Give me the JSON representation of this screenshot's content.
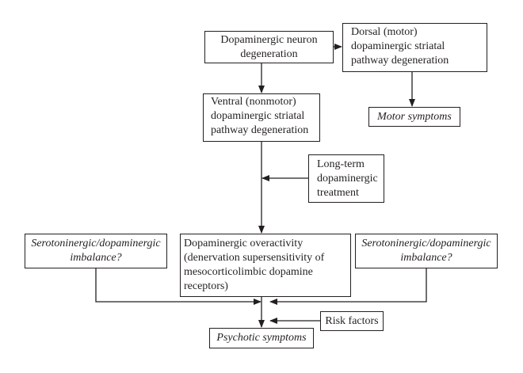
{
  "nodes": {
    "neuron_degeneration": [
      "Dopaminergic neuron",
      "degeneration"
    ],
    "dorsal_pathway": [
      "Dorsal (motor)",
      "dopaminergic striatal",
      "pathway degeneration"
    ],
    "ventral_pathway": [
      "Ventral (nonmotor)",
      "dopaminergic striatal",
      "pathway degeneration"
    ],
    "motor_symptoms": "Motor symptoms",
    "long_term_treatment": [
      "Long-term",
      "dopaminergic",
      "treatment"
    ],
    "dopaminergic_overactivity": [
      "Dopaminergic overactivity",
      "(denervation supersensitivity of",
      "mesocorticolimbic dopamine",
      "receptors)"
    ],
    "imbalance_left": [
      "Serotoninergic/dopaminergic",
      "imbalance?"
    ],
    "imbalance_right": [
      "Serotoninergic/dopaminergic",
      "imbalance?"
    ],
    "risk_factors": "Risk factors",
    "psychotic_symptoms": "Psychotic symptoms"
  }
}
